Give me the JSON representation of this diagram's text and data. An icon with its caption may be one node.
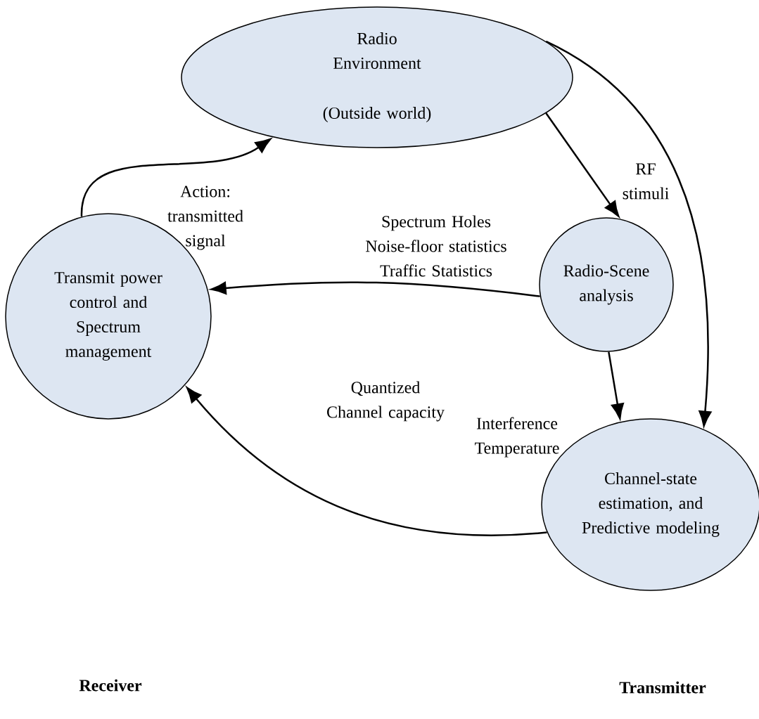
{
  "diagram": {
    "nodes": [
      {
        "text": [
          "Radio Environment",
          "(Outside world)"
        ]
      },
      {
        "text": [
          "Radio-Scene analysis"
        ]
      },
      {
        "text": [
          "Transmit power control and Spectrum management"
        ]
      },
      {
        "text": [
          "Channel-state estimation, and Predictive modeling"
        ]
      }
    ],
    "edges": [
      {
        "from": 0,
        "to": 1,
        "arrow": "to",
        "label": "RF stimuli"
      },
      {
        "from": 0,
        "to": 3,
        "arrow": "to"
      },
      {
        "from": 1,
        "to": 2,
        "arrow": "to",
        "label": "Spectrum Holes Noise-floor statistics Traffic Statistics"
      },
      {
        "from": 1,
        "to": 3,
        "arrow": "to",
        "label": "Interference Temperature"
      },
      {
        "from": 3,
        "to": 2,
        "arrow": "to",
        "label": "Quantized Channel capacity"
      },
      {
        "from": 2,
        "to": 0,
        "arrow": "to",
        "label": "Action: transmitted signal"
      }
    ],
    "labels": [
      "**Receiver**",
      "**Transmitter**"
    ]
  }
}
